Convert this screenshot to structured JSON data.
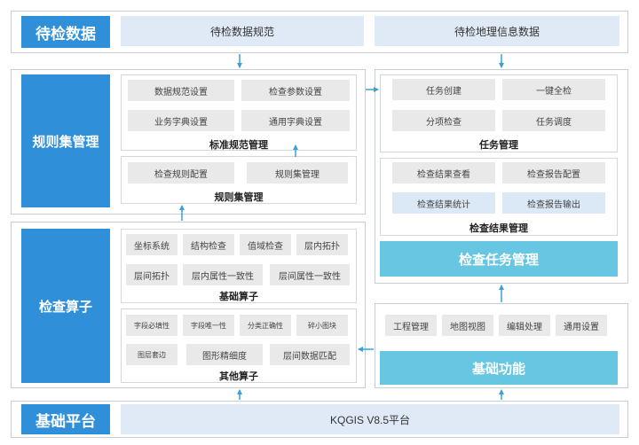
{
  "top": {
    "title": "待检数据",
    "specs": "待检数据规范",
    "geo": "待检地理信息数据"
  },
  "ruleset": {
    "title": "规则集管理",
    "std": {
      "items": [
        "数据规范设置",
        "检查参数设置",
        "业务字典设置",
        "通用字典设置"
      ],
      "caption": "标准规范管理"
    },
    "mgr": {
      "items": [
        "检查规则配置",
        "规则集管理"
      ],
      "caption": "规则集管理"
    }
  },
  "task": {
    "mgmt": {
      "items": [
        "任务创建",
        "一键全检",
        "分项检查",
        "任务调度"
      ],
      "caption": "任务管理"
    },
    "results": {
      "items": [
        "检查结果查看",
        "检查报告配置",
        "检查结果统计",
        "检查报告输出"
      ],
      "caption": "检查结果管理"
    },
    "title": "检查任务管理"
  },
  "operators": {
    "title": "检查算子",
    "basic": {
      "items": [
        "坐标系统",
        "结构检查",
        "值域检查",
        "层内拓扑",
        "层间拓扑",
        "层内属性一致性",
        "层间属性一致性"
      ],
      "caption": "基础算子"
    },
    "other": {
      "items": [
        "字段必填性",
        "字段唯一性",
        "分类正确性",
        "碎小图块",
        "图层套边",
        "图形精细度",
        "层间数据匹配"
      ],
      "caption": "其他算子"
    }
  },
  "basic_func": {
    "items": [
      "工程管理",
      "地图视图",
      "编辑处理",
      "通用设置"
    ],
    "title": "基础功能"
  },
  "platform": {
    "title": "基础平台",
    "name": "KQGIS V8.5平台"
  },
  "colors": {
    "dark_blue": "#2f8fd8",
    "cyan": "#67c6e2",
    "light_blue": "#dfeaf6",
    "chip_gray": "#e9e9e9",
    "arrow": "#3aa0d8"
  }
}
